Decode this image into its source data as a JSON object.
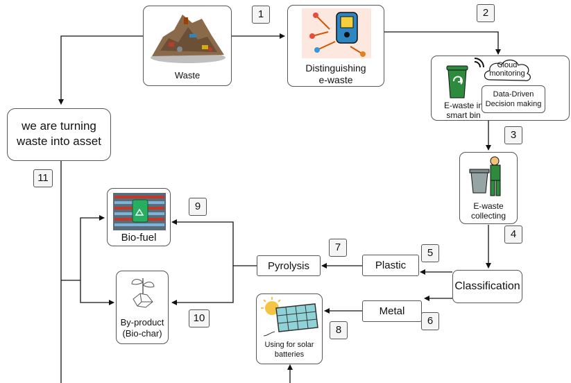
{
  "nodes": {
    "waste": {
      "label": "Waste"
    },
    "distinguishing": {
      "label_line1": "Distinguishing",
      "label_line2": "e-waste"
    },
    "cloud": {
      "line1": "Cloud",
      "line2": "monitoring"
    },
    "data_driven": {
      "line1": "Data-Driven",
      "line2": "Decision making"
    },
    "smart_bin": {
      "line1": "E-waste in",
      "line2": "smart bin"
    },
    "asset": {
      "line1": "we are turning",
      "line2": "waste into  asset"
    },
    "collecting": {
      "line1": "E-waste",
      "line2": "collecting"
    },
    "classification": {
      "label": "Classification"
    },
    "plastic": {
      "label": "Plastic"
    },
    "metal": {
      "label": "Metal"
    },
    "pyrolysis": {
      "label": "Pyrolysis"
    },
    "biofuel": {
      "label": "Bio-fuel"
    },
    "biochar": {
      "line1": "By-product",
      "line2": "(Bio-char)"
    },
    "solar": {
      "line1": "Using for solar",
      "line2": "batteries"
    }
  },
  "steps": [
    "1",
    "2",
    "3",
    "4",
    "5",
    "6",
    "7",
    "8",
    "9",
    "10",
    "11"
  ],
  "colors": {
    "bin_green": "#2e8b3d",
    "solar_panel": "#8fd3d8",
    "sun": "#f4c542",
    "stroke": "#111111"
  }
}
